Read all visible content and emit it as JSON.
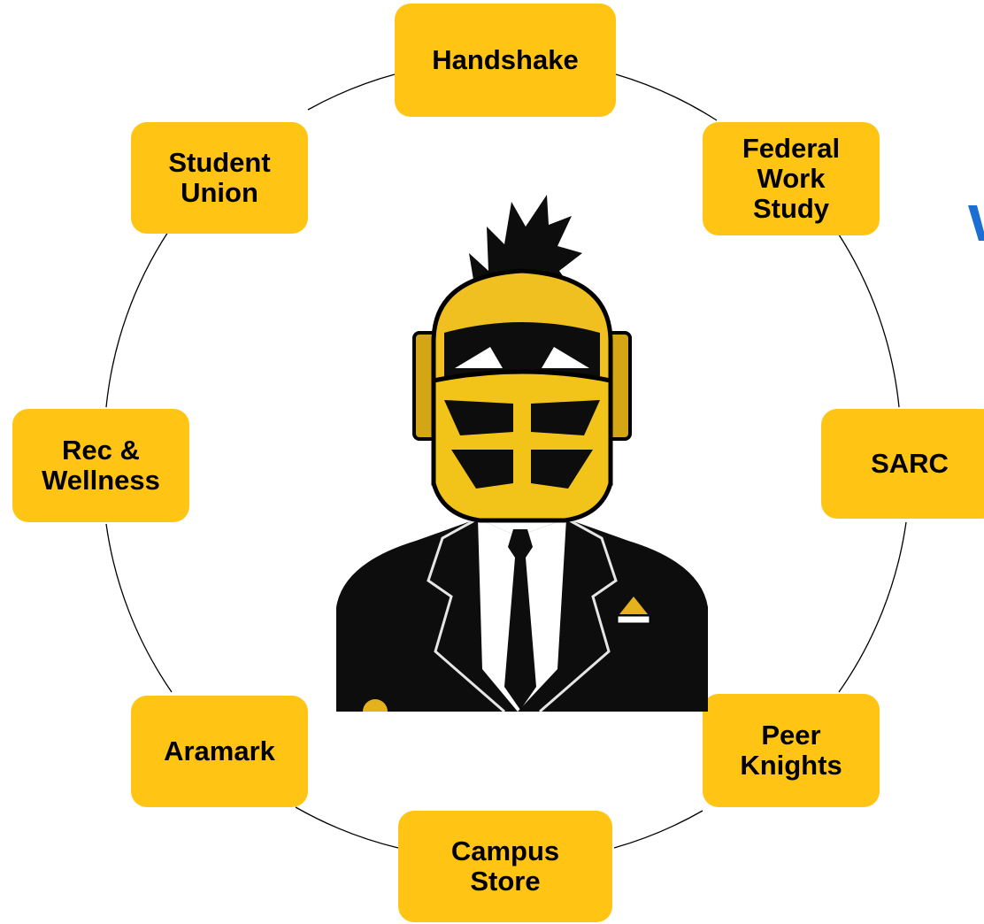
{
  "diagram": {
    "nodes": [
      {
        "id": "handshake",
        "label": "Handshake"
      },
      {
        "id": "federal-work-study",
        "label": "Federal\nWork\nStudy"
      },
      {
        "id": "sarc",
        "label": "SARC"
      },
      {
        "id": "peer-knights",
        "label": "Peer\nKnights"
      },
      {
        "id": "campus-store",
        "label": "Campus\nStore"
      },
      {
        "id": "aramark",
        "label": "Aramark"
      },
      {
        "id": "rec-wellness",
        "label": "Rec &\nWellness"
      },
      {
        "id": "student-union",
        "label": "Student\nUnion"
      }
    ],
    "center": {
      "icon": "knight-mascot-icon"
    },
    "colors": {
      "node_fill": "#FFC414",
      "ring_stroke": "#000000",
      "accent_blue": "#1a6fd1"
    }
  }
}
